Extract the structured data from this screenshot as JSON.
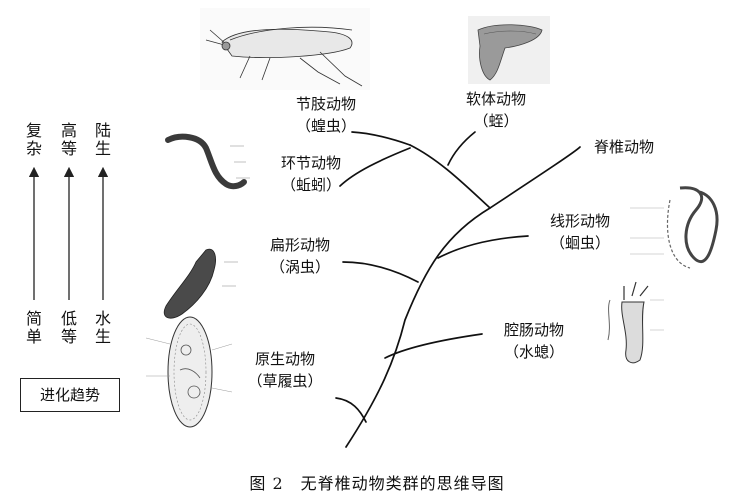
{
  "trend_columns": [
    {
      "top": "复杂",
      "bottom": "简单"
    },
    {
      "top": "高等",
      "bottom": "低等"
    },
    {
      "top": "陆生",
      "bottom": "水生"
    }
  ],
  "legend_label": "进化趋势",
  "groups": {
    "arthropod": {
      "name": "节肢动物",
      "example": "（蝗虫）"
    },
    "mollusc": {
      "name": "软体动物",
      "example": "（蛭）"
    },
    "vertebrate": {
      "name": "脊椎动物"
    },
    "annelid": {
      "name": "环节动物",
      "example": "（蚯蚓）"
    },
    "nematode": {
      "name": "线形动物",
      "example": "（蛔虫）"
    },
    "flatworm": {
      "name": "扁形动物",
      "example": "（涡虫）"
    },
    "coelenterate": {
      "name": "腔肠动物",
      "example": "（水螅）"
    },
    "protozoa": {
      "name": "原生动物",
      "example": "（草履虫）"
    }
  },
  "caption": "图 2　无脊椎动物类群的思维导图"
}
